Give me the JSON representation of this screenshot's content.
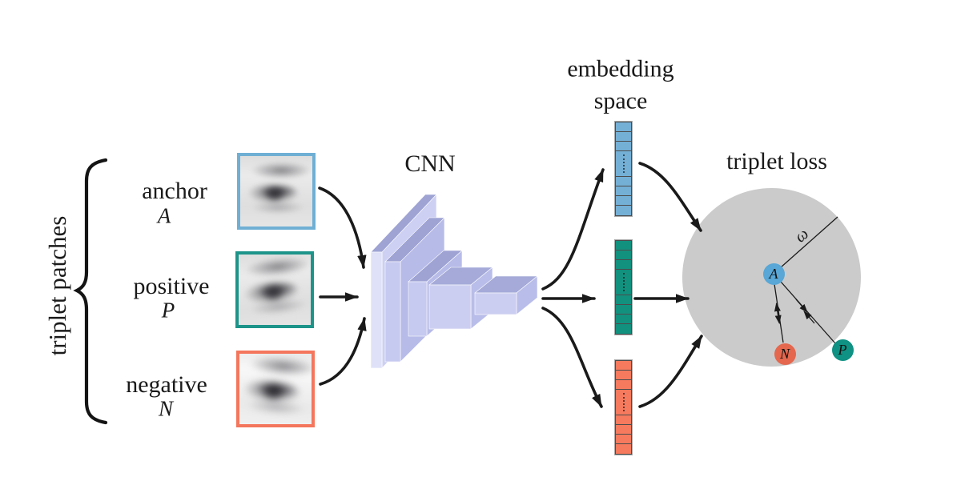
{
  "figure": {
    "group_label": "triplet patches",
    "cnn_label": "CNN",
    "embedding_label": "embedding\nspace",
    "triplet_loss_label": "triplet loss",
    "omega_label": "ω"
  },
  "patches": [
    {
      "label": "anchor",
      "symbol": "A",
      "border_color": "#6fafd4"
    },
    {
      "label": "positive",
      "symbol": "P",
      "border_color": "#1d948a"
    },
    {
      "label": "negative",
      "symbol": "N",
      "border_color": "#f4765c"
    }
  ],
  "embedding_vectors": [
    {
      "id": "anchor-embedding",
      "color": "#74b0d6"
    },
    {
      "id": "positive-embedding",
      "color": "#12917f"
    },
    {
      "id": "negative-embedding",
      "color": "#f57a5e"
    }
  ],
  "vector_cells": {
    "heights": [
      12,
      12,
      12,
      32,
      12,
      12,
      12,
      12
    ],
    "dotted_index": 3
  },
  "loss_points": [
    {
      "symbol": "A",
      "color": "#58a7d6"
    },
    {
      "symbol": "N",
      "color": "#e4674e"
    },
    {
      "symbol": "P",
      "color": "#0f9183"
    }
  ],
  "colors": {
    "circle_fill": "#cbcbcb",
    "arrow": "#1a1a1a",
    "cnn_front": "#c6c9f0",
    "cnn_front_light": "#dfe1f8",
    "cnn_top": "#9ea3d4",
    "cnn_side": "#b7bbe8",
    "cnn_plate_face": "#cdd0f2"
  }
}
